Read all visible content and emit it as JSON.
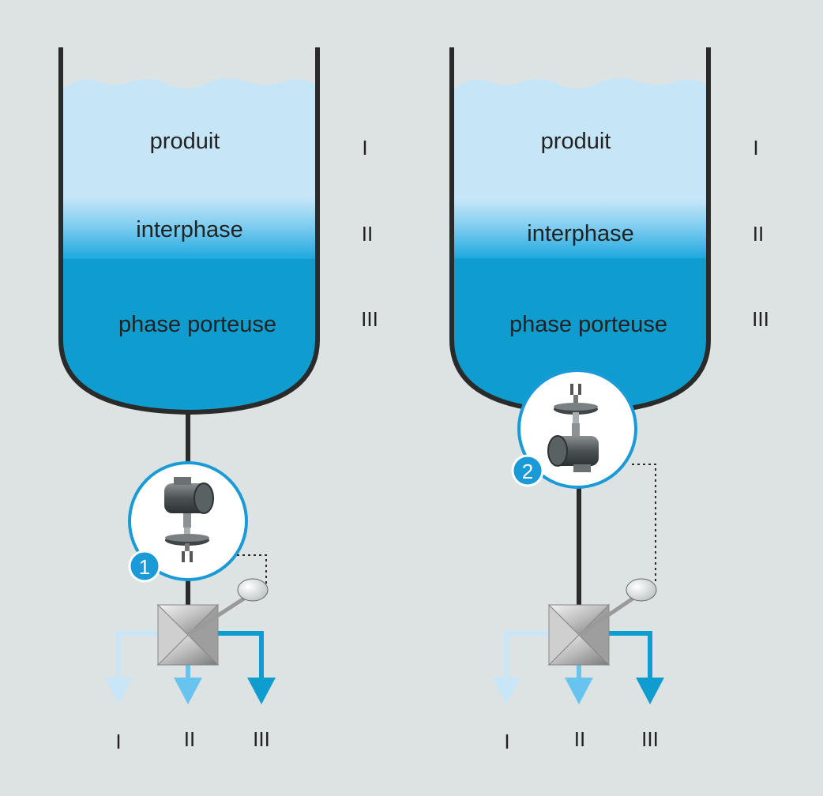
{
  "colors": {
    "background": "#dde3e2",
    "product": "#c6e6f8",
    "interphase": "#39b4e6",
    "carrier": "#0f9ccf",
    "outline": "#2a2a2a",
    "badge": "#1a9ad6",
    "arrow_product": "#c8e6f8",
    "arrow_interphase": "#66c4ee",
    "arrow_carrier": "#0f9ccf"
  },
  "tanks": [
    {
      "id": "1",
      "layers": [
        {
          "label": "produit",
          "roman": "I"
        },
        {
          "label": "interphase",
          "roman": "II"
        },
        {
          "label": "phase porteuse",
          "roman": "III"
        }
      ],
      "sensor_badge": "1",
      "sensor_icon": "vibrating-fork-sensor-icon",
      "outlets": [
        "I",
        "II",
        "III"
      ]
    },
    {
      "id": "2",
      "layers": [
        {
          "label": "produit",
          "roman": "I"
        },
        {
          "label": "interphase",
          "roman": "II"
        },
        {
          "label": "phase porteuse",
          "roman": "III"
        }
      ],
      "sensor_badge": "2",
      "sensor_icon": "vibrating-fork-sensor-icon",
      "outlets": [
        "I",
        "II",
        "III"
      ]
    }
  ]
}
